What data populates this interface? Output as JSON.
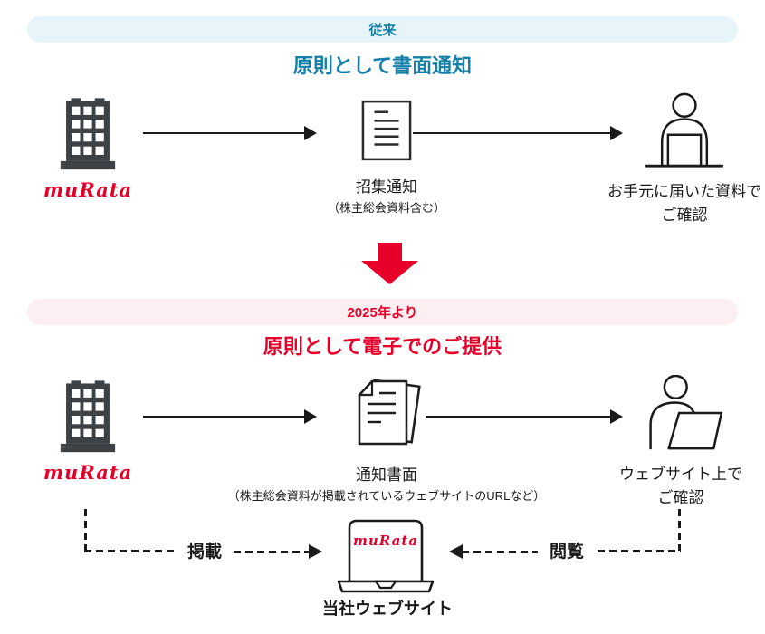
{
  "diagram": {
    "before": {
      "banner_label": "従来",
      "title": "原則として書面通知",
      "company_logo": "muRata",
      "document_label": "招集通知",
      "document_sublabel": "（株主総会資料含む）",
      "receiver_line1": "お手元に届いた資料で",
      "receiver_line2": "ご確認"
    },
    "after": {
      "banner_label": "2025年より",
      "title": "原則として電子でのご提供",
      "company_logo": "muRata",
      "document_label": "通知書面",
      "document_sublabel": "（株主総会資料が掲載されているウェブサイトのURLなど）",
      "receiver_line1": "ウェブサイト上で",
      "receiver_line2": "ご確認"
    },
    "website_flow": {
      "post_label": "掲載",
      "view_label": "閲覧",
      "laptop_logo": "muRata",
      "caption": "当社ウェブサイト"
    },
    "colors": {
      "teal_text": "#1780a8",
      "light_blue_banner": "#e7f5fb",
      "red_text": "#e60029",
      "light_pink_banner": "#fdeef1",
      "building_gray": "#3d4247",
      "line_black": "#1a1a1a"
    }
  }
}
